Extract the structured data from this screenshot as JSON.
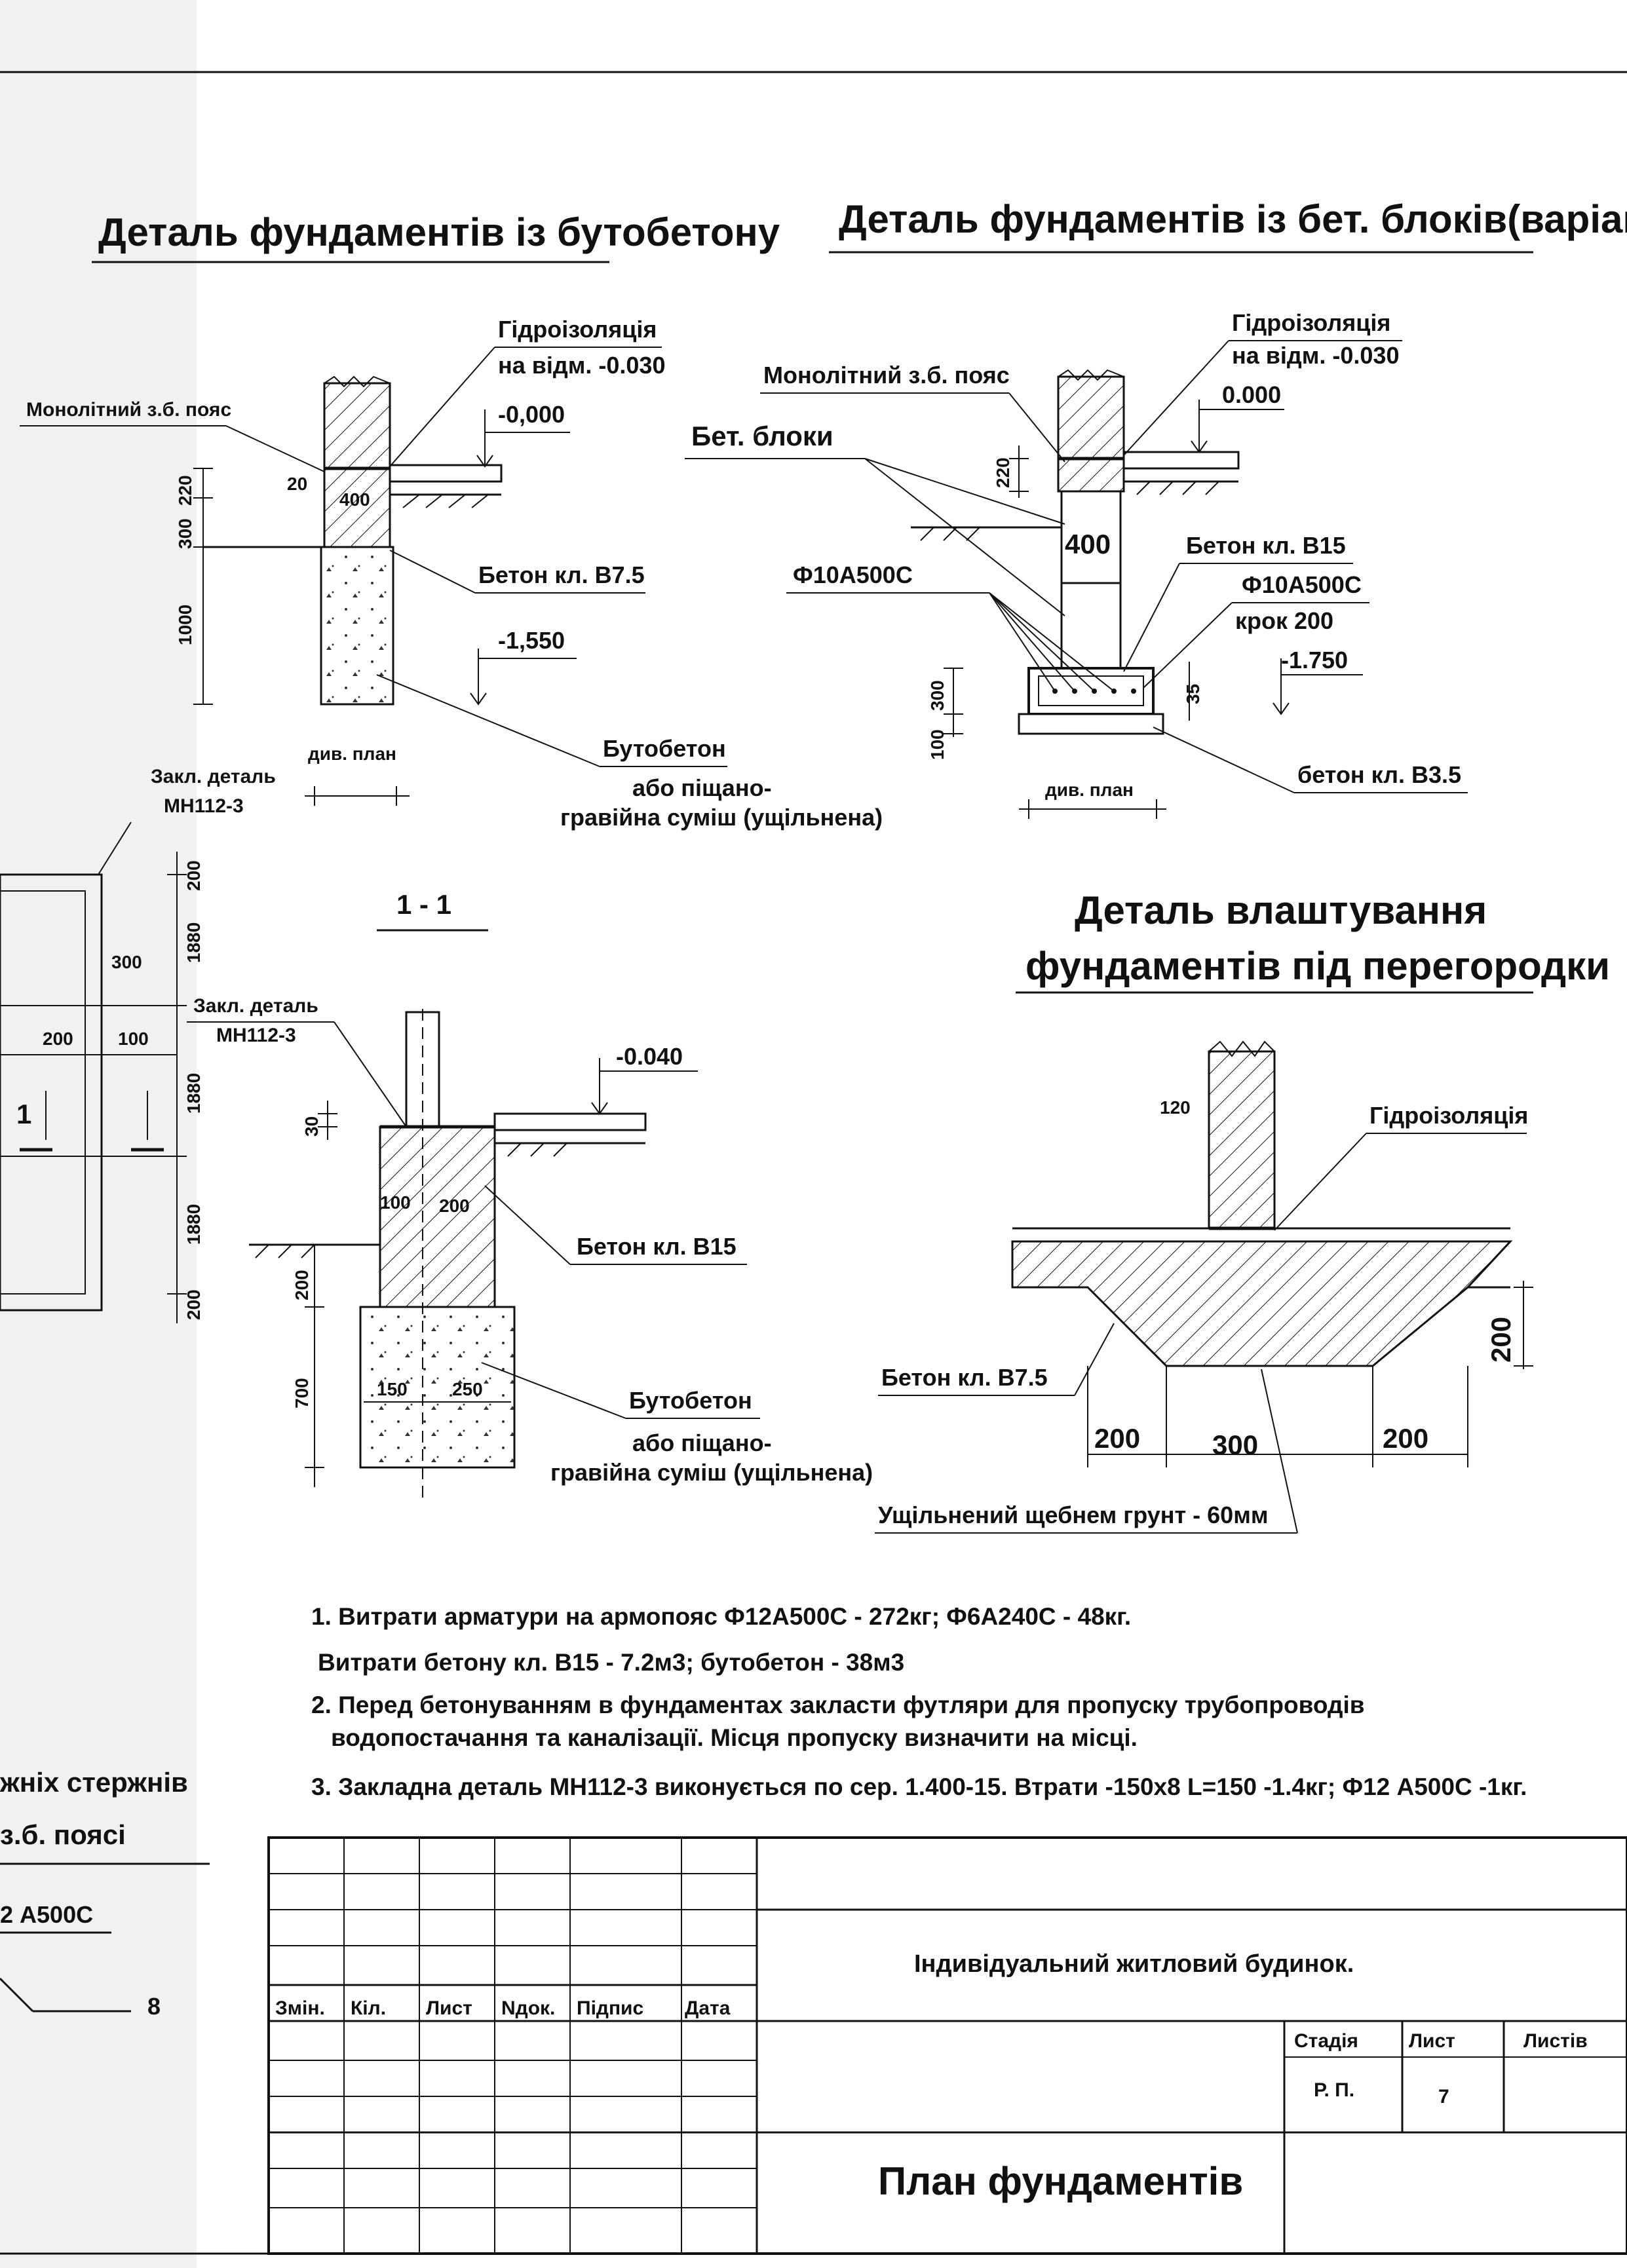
{
  "detail_rubble": {
    "title": "Деталь фундаментів із бутобетону",
    "waterproof_1": "Гідроізоляція",
    "waterproof_2": "на відм. -0.030",
    "belt": "Монолітний з.б. пояс",
    "level_top": "-0,000",
    "dim_20": "20",
    "dim_400": "400",
    "dim_220": "220",
    "dim_300": "300",
    "dim_1000": "1000",
    "concrete": "Бетон кл. В7.5",
    "level_bottom": "-1,550",
    "rubble_1": "Бутобетон",
    "rubble_2": "або піщано-",
    "rubble_3": "гравійна суміш (ущільнена)",
    "see_plan": "див. план"
  },
  "detail_blocks": {
    "title": "Деталь  фундаментів із бет. блоків(варіант)",
    "waterproof_1": "Гідроізоляція",
    "waterproof_2": "на відм. -0.030",
    "belt": "Монолітний з.б. пояс",
    "level_top": "0.000",
    "blocks": "Бет. блоки",
    "dim_220": "220",
    "dim_400": "400",
    "concrete_b15": "Бетон кл. В15",
    "rebar_left": "Ф10А500С",
    "rebar_right": "Ф10А500С",
    "step": "крок 200",
    "level_bottom": "-1.750",
    "dim_300": "300",
    "dim_100": "100",
    "dim_35": "35",
    "concrete_b35": "бетон кл. В3.5",
    "see_plan": "див. план"
  },
  "plan_fragment": {
    "embedded_1": "Закл. деталь",
    "embedded_2": "МН112-3",
    "dims": [
      "200",
      "1880",
      "300",
      "200",
      "100",
      "1880",
      "1880",
      "200"
    ],
    "section_mark": "1",
    "rebar_text_1": "жніх стержнів",
    "rebar_text_2": "з.б. поясі",
    "rebar_text_3": "2 А500С",
    "num_8": "8"
  },
  "section_1_1": {
    "title": "1 - 1",
    "embedded_1": "Закл. деталь",
    "embedded_2": "МН112-3",
    "level": "-0.040",
    "dim_30": "30",
    "dim_100": "100",
    "dim_200a": "200",
    "dim_200b": "200",
    "concrete": "Бетон кл. В15",
    "dim_700": "700",
    "dim_150": "150",
    "dim_250": "250",
    "rubble_1": "Бутобетон",
    "rubble_2": "або піщано-",
    "rubble_3": "гравійна суміш (ущільнена)"
  },
  "detail_partition": {
    "title_1": "Деталь влаштування",
    "title_2": "фундаментів під перегородки",
    "dim_120": "120",
    "waterproof": "Гідроізоляція",
    "dim_200v": "200",
    "concrete": "Бетон кл. В7.5",
    "dim_200l": "200",
    "dim_300": "300",
    "dim_200r": "200",
    "gravel": "Ущільнений щебнем грунт - 60мм"
  },
  "notes": [
    "1. Витрати арматури на армопояс Ф12А500С - 272кг; Ф6А240С - 48кг.",
    "Витрати бетону кл. В15 - 7.2м3; бутобетон - 38м3",
    "2. Перед бетонуванням в фундаментах закласти футляри для пропуску трубопроводів",
    "водопостачання та каналізації. Місця пропуску визначити на місці.",
    "3. Закладна деталь МН112-3 виконується по сер. 1.400-15. Втрати -150х8 L=150 -1.4кг; Ф12 А500С -1кг."
  ],
  "title_block": {
    "headers": [
      "Змін.",
      "Кіл.",
      "Лист",
      "Nдок.",
      "Підпис",
      "Дата"
    ],
    "project": "Індивідуальний житловий будинок.",
    "stage_label": "Стадія",
    "sheet_label": "Лист",
    "sheets_label": "Листів",
    "stage_value": "Р. П.",
    "sheet_value": "7",
    "drawing_title": "План фундаментів"
  }
}
